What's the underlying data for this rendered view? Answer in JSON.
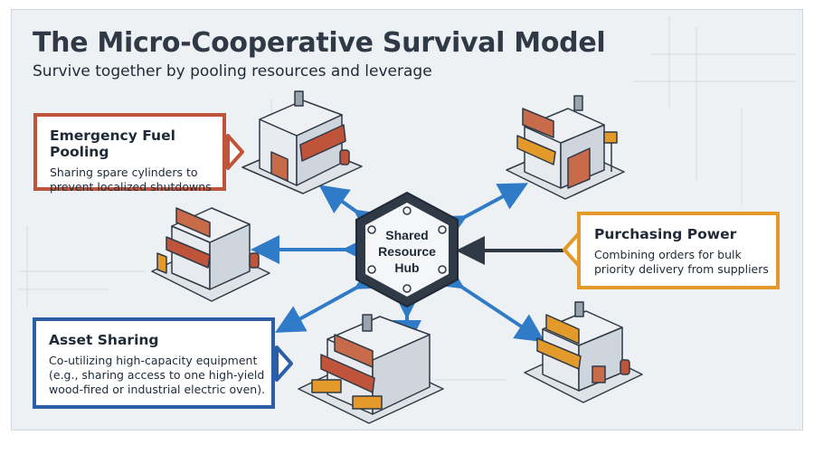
{
  "title": "The Micro-Cooperative Survival Model",
  "subtitle": "Survive together by pooling resources and leverage",
  "hub": {
    "line1": "Shared",
    "line2": "Resource",
    "line3": "Hub"
  },
  "callouts": {
    "fuel": {
      "heading": "Emergency Fuel Pooling",
      "line1": "Sharing spare cylinders to",
      "line2": "prevent localized shutdowns",
      "color": "#c0543b"
    },
    "purchasing": {
      "heading": "Purchasing Power",
      "line1": "Combining orders for bulk",
      "line2": "priority delivery from suppliers",
      "color": "#e39a2a"
    },
    "asset": {
      "heading": "Asset Sharing",
      "line1": "Co-utilizing high-capacity equipment",
      "line2": "(e.g., sharing access to one high-yield",
      "line3": "wood-fired or industrial electric oven).",
      "color": "#2a5fa8"
    }
  },
  "colors": {
    "arrow_blue": "#2f7bc8",
    "arrow_dark": "#2f3a46",
    "hub_fill": "#2f3a46"
  }
}
